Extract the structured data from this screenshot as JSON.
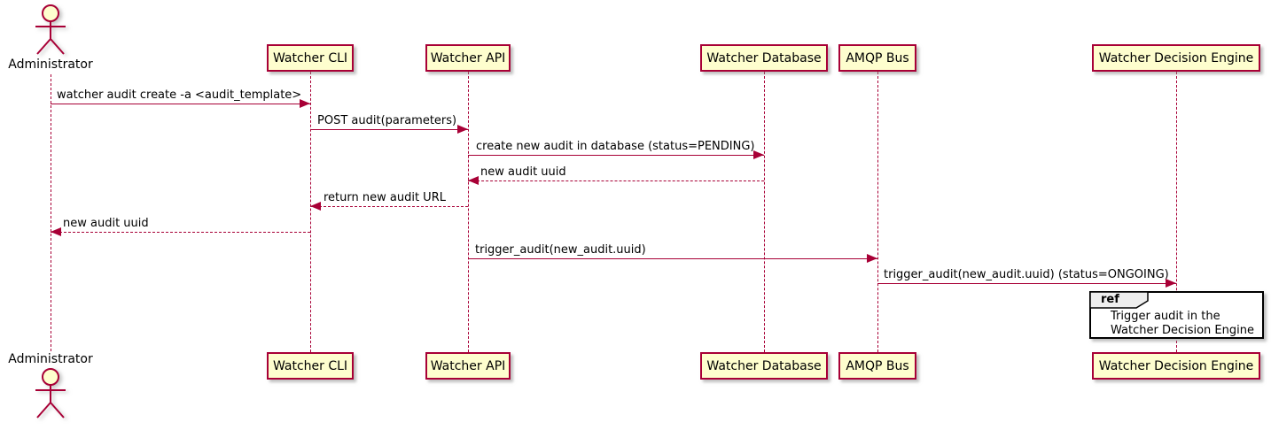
{
  "colors": {
    "participant-fill": "#FEFECE",
    "participant-border": "#A80036",
    "line-color": "#A80036",
    "text-color": "#000000",
    "ref-header-fill": "#EEEEEE",
    "ref-border": "#000000",
    "background": "#FFFFFF"
  },
  "actor": {
    "name": "Administrator"
  },
  "participants": [
    {
      "label": "Watcher CLI"
    },
    {
      "label": "Watcher API"
    },
    {
      "label": "Watcher Database"
    },
    {
      "label": "AMQP Bus"
    },
    {
      "label": "Watcher Decision Engine"
    }
  ],
  "messages": [
    {
      "from": "Administrator",
      "to": "Watcher CLI",
      "label": "watcher audit create -a <audit_template>",
      "line": "solid"
    },
    {
      "from": "Watcher CLI",
      "to": "Watcher API",
      "label": "POST audit(parameters)",
      "line": "solid"
    },
    {
      "from": "Watcher API",
      "to": "Watcher Database",
      "label": "create new audit in database (status=PENDING)",
      "line": "solid"
    },
    {
      "from": "Watcher Database",
      "to": "Watcher API",
      "label": "new audit uuid",
      "line": "dotted"
    },
    {
      "from": "Watcher API",
      "to": "Watcher CLI",
      "label": "return new audit URL",
      "line": "dotted"
    },
    {
      "from": "Watcher CLI",
      "to": "Administrator",
      "label": "new audit uuid",
      "line": "dotted"
    },
    {
      "from": "Watcher API",
      "to": "AMQP Bus",
      "label": "trigger_audit(new_audit.uuid)",
      "line": "solid"
    },
    {
      "from": "AMQP Bus",
      "to": "Watcher Decision Engine",
      "label": "trigger_audit(new_audit.uuid) (status=ONGOING)",
      "line": "solid"
    }
  ],
  "ref": {
    "keyword": "ref",
    "lines": [
      "Trigger audit in the",
      "Watcher Decision Engine"
    ]
  }
}
